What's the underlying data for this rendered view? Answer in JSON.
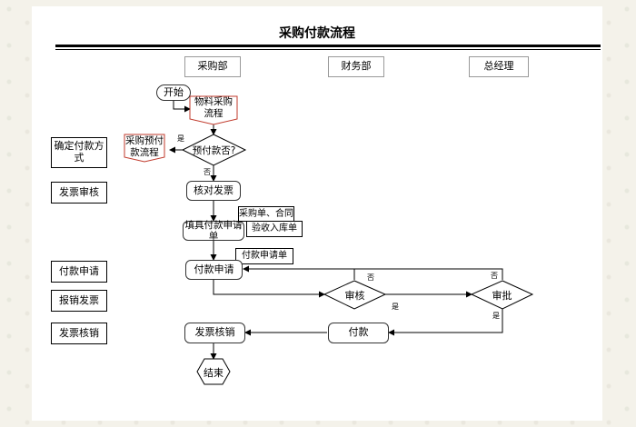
{
  "title": "采购付款流程",
  "lanes": [
    "采购部",
    "财务部",
    "总经理"
  ],
  "left_labels": [
    "确定付款方式",
    "发票审核",
    "付款申请",
    "报销发票",
    "发票核销"
  ],
  "nodes": {
    "start": "开始",
    "material": "物料采购流程",
    "prepay_check": "预付款否?",
    "prepay_flow": "采购预付款流程",
    "verify_invoice": "核对发票",
    "fill_request": "填具付款申请单",
    "purchase_contract": "采购单、合同",
    "receipt": "验收入库单",
    "payment_form": "付款申请单",
    "pay_request": "付款申请",
    "review": "审核",
    "approve": "审批",
    "pay": "付款",
    "write_off": "发票核销",
    "end": "结束"
  },
  "edge_labels": {
    "yes": "是",
    "no": "否"
  }
}
